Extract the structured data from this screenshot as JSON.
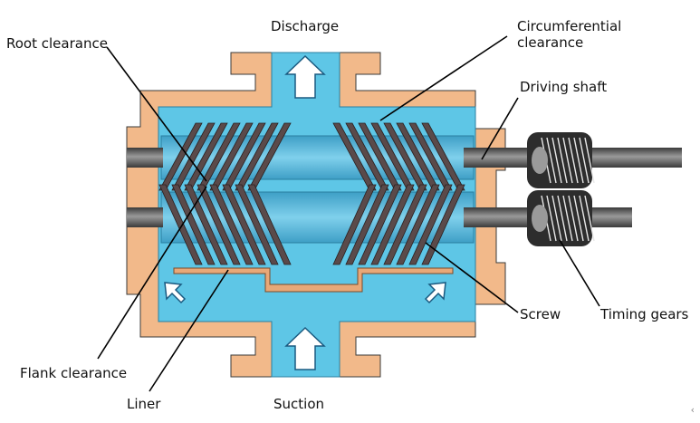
{
  "labels": {
    "discharge": "Discharge",
    "suction": "Suction",
    "root_clearance": "Root clearance",
    "flank_clearance": "Flank clearance",
    "liner": "Liner",
    "circumferential_clearance": "Circumferential clearance",
    "driving_shaft": "Driving shaft",
    "screw": "Screw",
    "timing_gears": "Timing gears"
  },
  "corner_mark": "‹",
  "colors": {
    "housing": "#f2b98a",
    "fluid": "#5ec6e6",
    "fluid_light": "#8fd8ef",
    "shaft": "#6a6a6a",
    "screw": "#5a4a4a",
    "liner": "#e8a878"
  }
}
